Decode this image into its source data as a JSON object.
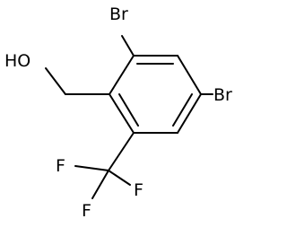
{
  "molecule": {
    "labels": {
      "br_top": "Br",
      "br_right": "Br",
      "oh": "HO",
      "f_left": "F",
      "f_bottom": "F",
      "f_right": "F"
    },
    "colors": {
      "bond": "#000000",
      "text": "#000000",
      "background": "#ffffff"
    }
  }
}
